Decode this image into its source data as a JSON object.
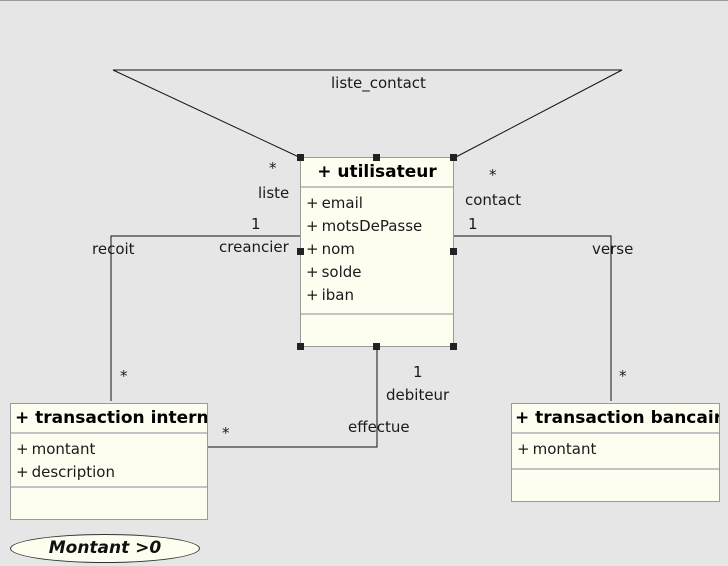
{
  "classes": {
    "utilisateur": {
      "title": "+ utilisateur",
      "attributes": [
        "email",
        "motsDePasse",
        "nom",
        "solde",
        "iban"
      ]
    },
    "transaction_interne": {
      "title": "+ transaction interne",
      "attributes": [
        "montant",
        "description"
      ]
    },
    "transaction_bancaire": {
      "title": "+ transaction bancaire",
      "attributes": [
        "montant"
      ]
    }
  },
  "attribute_prefix": "+",
  "associations": {
    "liste_contact": {
      "name": "liste_contact",
      "end_liste_role": "liste",
      "end_liste_mult": "*",
      "end_contact_role": "contact",
      "end_contact_mult": "*"
    },
    "recoit": {
      "name": "recoit",
      "end_user_role": "creancier",
      "end_user_mult": "1",
      "end_tx_mult": "*"
    },
    "verse": {
      "name": "verse",
      "end_user_mult": "1",
      "end_tx_mult": "*"
    },
    "effectue": {
      "name": "effectue",
      "end_user_role": "debiteur",
      "end_user_mult": "1",
      "end_tx_mult": "*"
    }
  },
  "constraint": {
    "text": "Montant >0"
  }
}
